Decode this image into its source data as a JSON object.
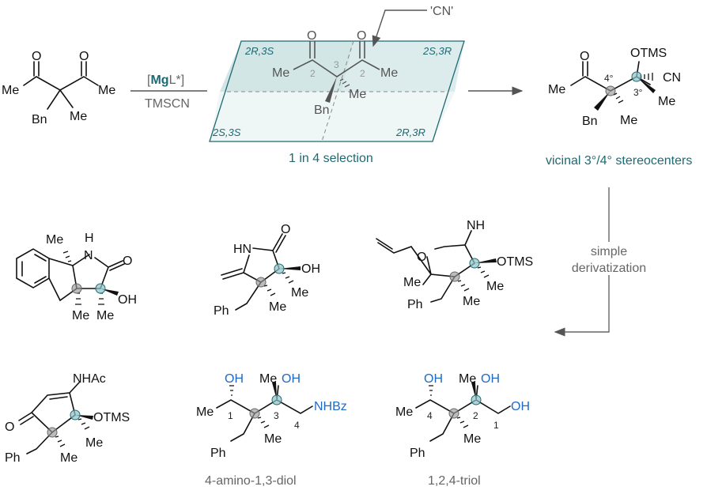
{
  "colors": {
    "teal": "#1f6a72",
    "blue": "#1f6bc4",
    "plane_dark": "#dcecec",
    "plane_light": "#eef6f6"
  },
  "reaction": {
    "catalyst_open": "[",
    "catalyst_mg": "Mg",
    "catalyst_rest": "L*]",
    "reagent": "TMSCN"
  },
  "sm": {
    "o1": "O",
    "o2": "O",
    "me_left": "Me",
    "me_right": "Me",
    "bn": "Bn",
    "me": "Me"
  },
  "plane": {
    "q_tl": "2R,3S",
    "q_tr": "2S,3R",
    "q_bl": "2S,3S",
    "q_br": "2R,3R",
    "cn": "'CN'",
    "o1": "O",
    "o2": "O",
    "me_left": "Me",
    "me_right": "Me",
    "me": "Me",
    "bn": "Bn",
    "c2a": "2",
    "c3": "3",
    "c2b": "2",
    "caption": "1 in 4 selection"
  },
  "product": {
    "o": "O",
    "me": "Me",
    "otms": "OTMS",
    "cn": "CN",
    "me2": "Me",
    "bn": "Bn",
    "me3": "Me",
    "c4": "4°",
    "c3": "3°",
    "caption": "vicinal 3°/4° stereocenters"
  },
  "derivatization": {
    "line1": "simple",
    "line2": "derivatization"
  },
  "d1": {
    "me": "Me",
    "h": "H",
    "n": "N",
    "o": "O",
    "oh": "OH",
    "me2": "Me",
    "me3": "Me"
  },
  "d2": {
    "hn": "HN",
    "o": "O",
    "oh": "OH",
    "me": "Me",
    "me2": "Me",
    "ph": "Ph"
  },
  "d3": {
    "o": "O",
    "nh": "NH",
    "otms": "OTMS",
    "me": "Me",
    "me2": "Me",
    "me3": "Me",
    "ph": "Ph"
  },
  "d4": {
    "nhac": "NHAc",
    "o": "O",
    "otms": "OTMS",
    "me": "Me",
    "me2": "Me",
    "ph": "Ph"
  },
  "d5": {
    "oh1": "OH",
    "me": "Me",
    "oh2": "OH",
    "me_left": "Me",
    "nhbz": "NHBz",
    "n1": "1",
    "n3": "3",
    "n4": "4",
    "me2": "Me",
    "ph": "Ph",
    "caption": "4-amino-1,3-diol"
  },
  "d6": {
    "oh1": "OH",
    "me": "Me",
    "oh2": "OH",
    "me_left": "Me",
    "oh3": "OH",
    "n4": "4",
    "n2": "2",
    "n1": "1",
    "me2": "Me",
    "ph": "Ph",
    "caption": "1,2,4-triol"
  }
}
